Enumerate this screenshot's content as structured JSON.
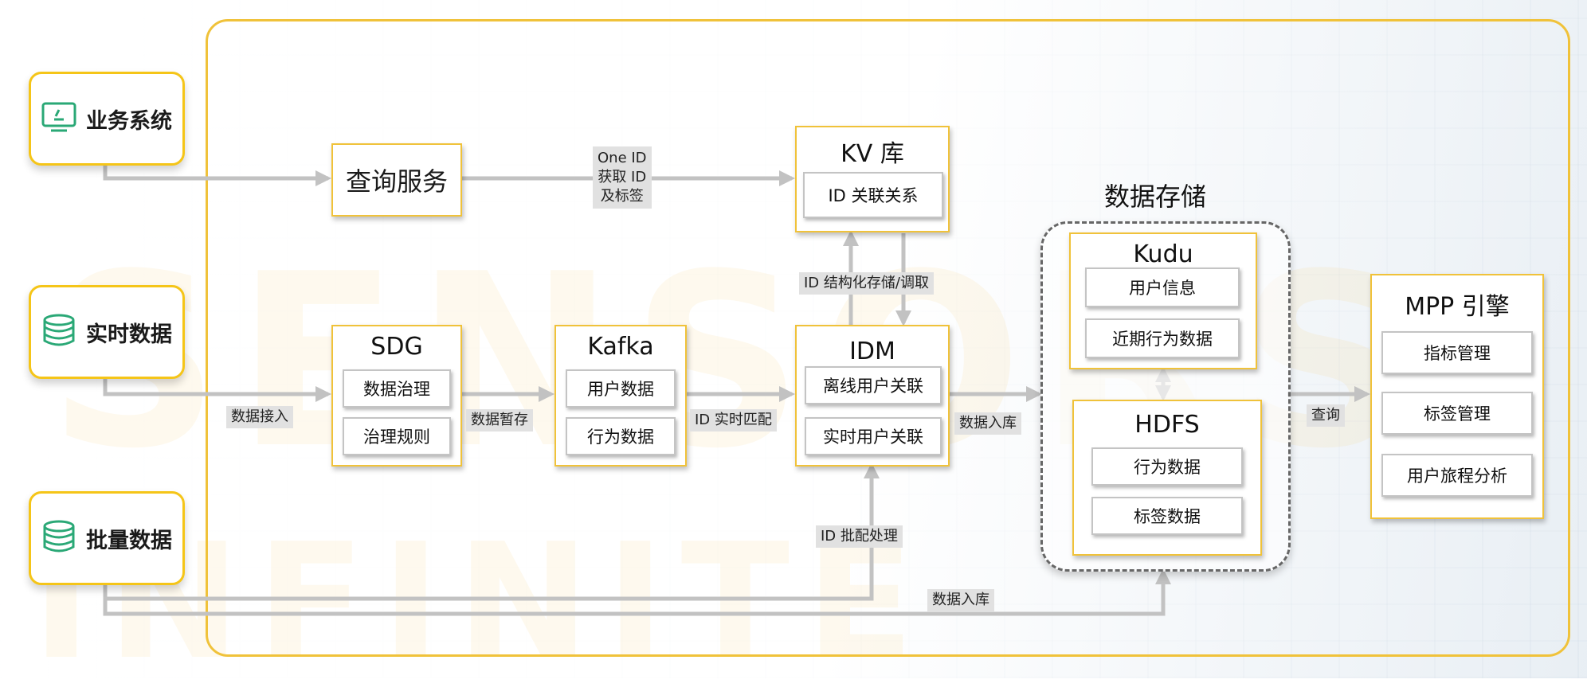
{
  "sources": {
    "business": "业务系统",
    "realtime": "实时数据",
    "batch": "批量数据"
  },
  "query_service": "查询服务",
  "kv": {
    "title": "KV 库",
    "item": "ID 关联关系"
  },
  "sdg": {
    "title": "SDG",
    "items": [
      "数据治理",
      "治理规则"
    ]
  },
  "kafka": {
    "title": "Kafka",
    "items": [
      "用户数据",
      "行为数据"
    ]
  },
  "idm": {
    "title": "IDM",
    "items": [
      "离线用户关联",
      "实时用户关联"
    ]
  },
  "storage": {
    "group_title": "数据存储",
    "kudu": {
      "title": "Kudu",
      "items": [
        "用户信息",
        "近期行为数据"
      ]
    },
    "hdfs": {
      "title": "HDFS",
      "items": [
        "行为数据",
        "标签数据"
      ]
    }
  },
  "mpp": {
    "title": "MPP 引擎",
    "items": [
      "指标管理",
      "标签管理",
      "用户旅程分析"
    ]
  },
  "edges": {
    "oneid_1": "One ID",
    "oneid_2": "获取 ID",
    "oneid_3": "及标签",
    "id_storage": "ID 结构化存储/调取",
    "ingest": "数据接入",
    "buffer": "数据暂存",
    "rt_match": "ID 实时匹配",
    "load_1": "数据入库",
    "query": "查询",
    "batch_proc": "ID 批配处理",
    "load_2": "数据入库"
  },
  "colors": {
    "accent": "#f5c518",
    "icon": "#2aa876",
    "arrow": "#c2c2c2"
  },
  "icons": {
    "business": "monitor-icon",
    "realtime": "database-icon",
    "batch": "database-icon"
  }
}
